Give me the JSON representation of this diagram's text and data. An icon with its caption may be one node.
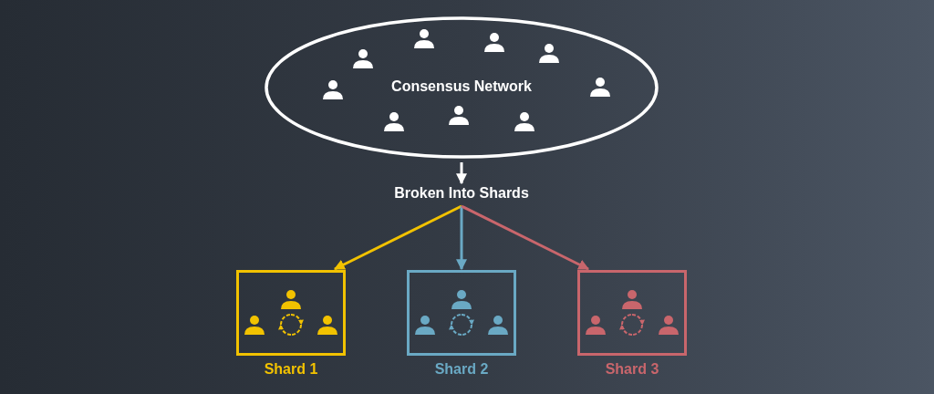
{
  "diagram": {
    "nodes": [
      {
        "text": [
          "Consensus Network"
        ]
      },
      {
        "text": [
          "Broken Into Shards"
        ]
      },
      {
        "text": [
          "Shard 1"
        ]
      },
      {
        "text": [
          "Shard 2"
        ]
      },
      {
        "text": [
          "Shard 3"
        ]
      }
    ],
    "edges": [
      {
        "from": 0,
        "to": 1,
        "arrow": "to"
      },
      {
        "from": 1,
        "to": 2,
        "arrow": "to",
        "color": "#f2c200"
      },
      {
        "from": 1,
        "to": 3,
        "arrow": "to",
        "color": "#6aa9c4"
      },
      {
        "from": 1,
        "to": 4,
        "arrow": "to",
        "color": "#c9666c"
      }
    ]
  }
}
